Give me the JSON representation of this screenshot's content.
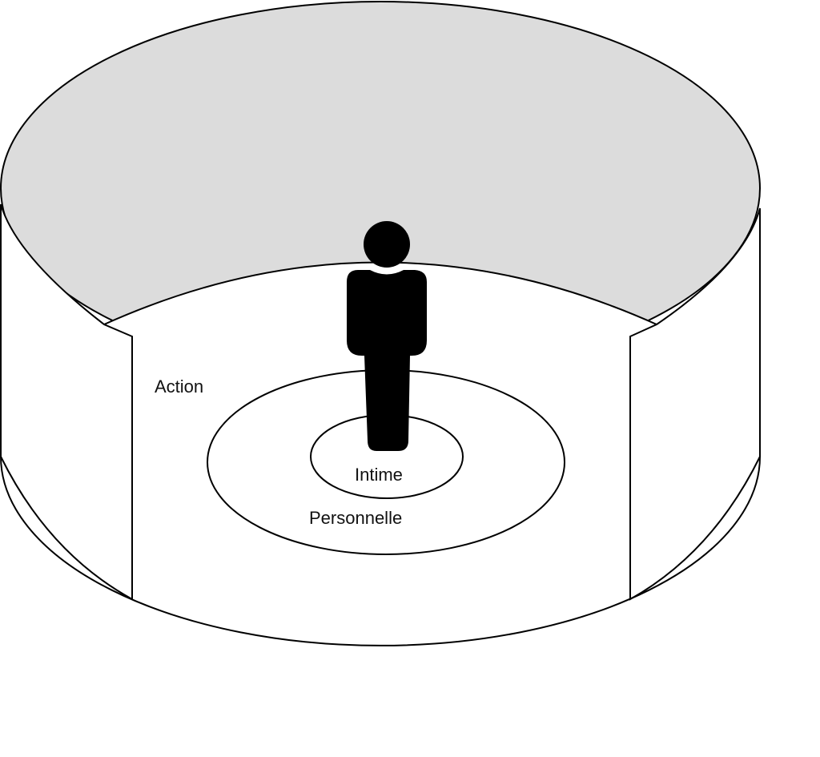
{
  "labels": {
    "action": "Action",
    "personal": "Personnelle",
    "intimate": "Intime"
  },
  "colors": {
    "top_fill": "#dcdcdc",
    "stroke": "#000000",
    "figure": "#000000"
  }
}
